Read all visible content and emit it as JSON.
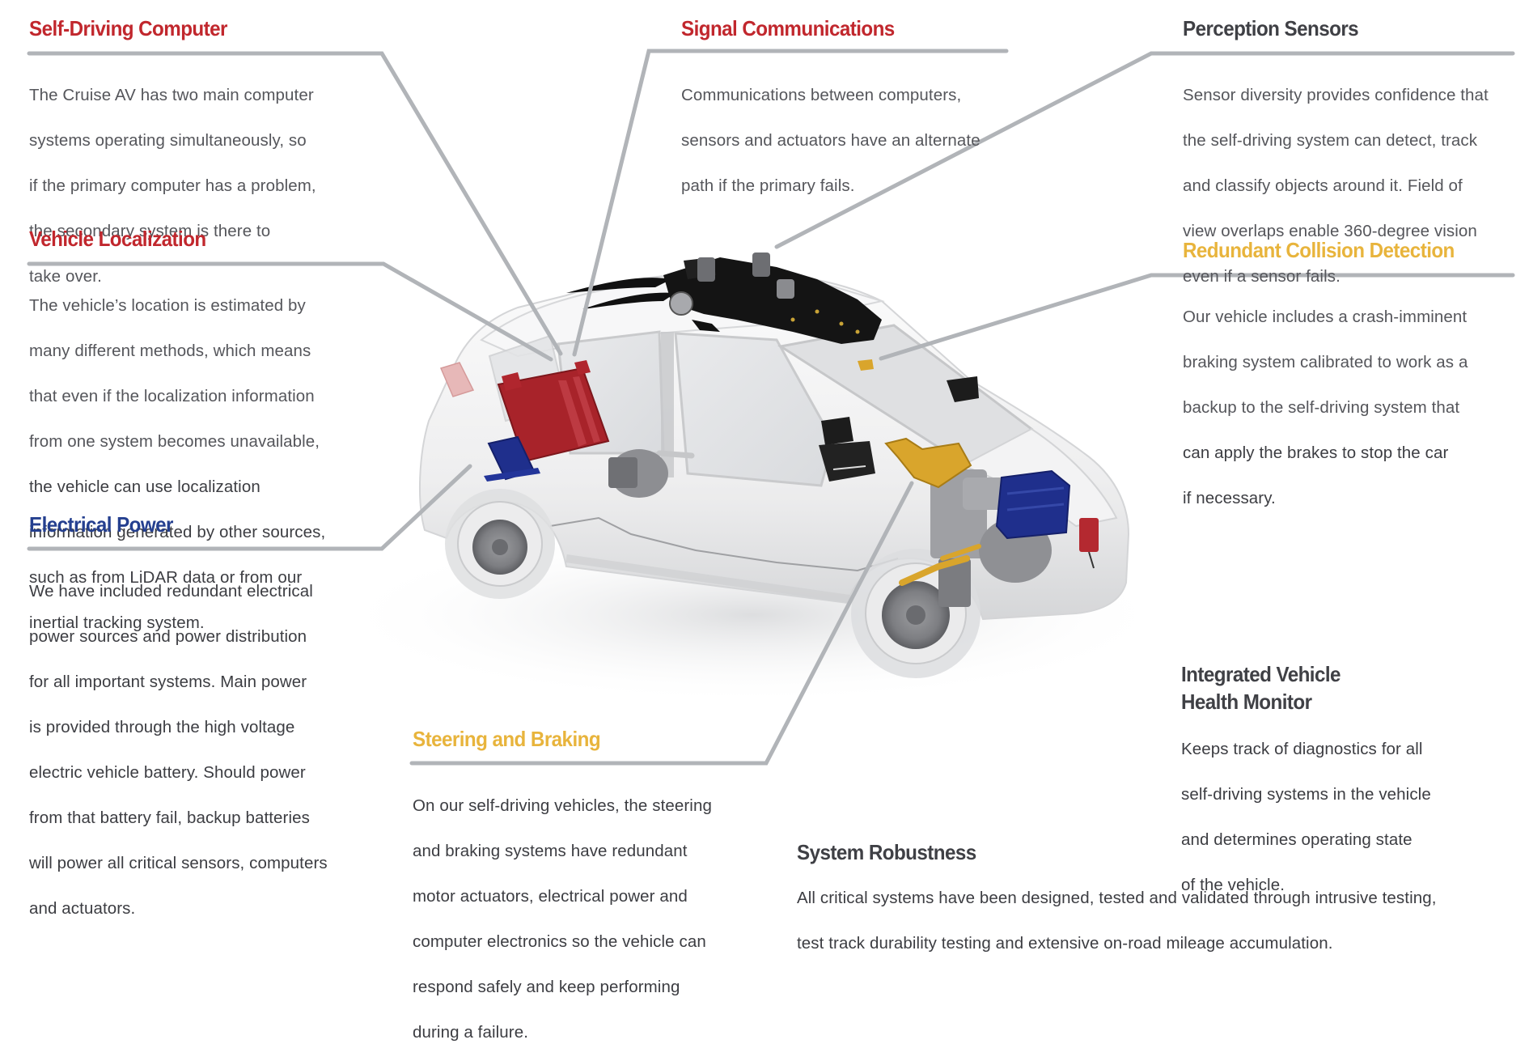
{
  "title": "Cruise AV Safety Redundancy Systems",
  "colors": {
    "red_heading": "#c1272d",
    "gold_heading": "#e8b43c",
    "navy_heading": "#243f8f",
    "charcoal_heading": "#3f4045",
    "body_text": "#55565b",
    "leader_line": "#b1b4b8",
    "computer_part": "#a8232a",
    "battery_part": "#1f2f8c",
    "steering_part": "#d9a52c",
    "sensor_pod": "#141414"
  },
  "callouts": {
    "self_driving_computer": {
      "title": "Self-Driving Computer",
      "lines": [
        "The Cruise AV has two main computer",
        "systems operating simultaneously, so",
        "if the primary computer has a problem,",
        "the secondary system is there to",
        "take over."
      ]
    },
    "vehicle_localization": {
      "title": "Vehicle Localization",
      "lines": [
        "The vehicle’s location is estimated by",
        "many different methods, which means",
        "that even if the localization information",
        "from one system becomes unavailable,",
        "the vehicle can use localization",
        "information generated by other sources,",
        "such as from LiDAR data or from our",
        "inertial tracking system."
      ]
    },
    "electrical_power": {
      "title": "Electrical Power",
      "lines": [
        "We have included redundant electrical",
        "power sources and power distribution",
        "for all important systems. Main power",
        "is provided through the high voltage",
        "electric vehicle battery. Should power",
        "from that battery fail, backup batteries",
        "will power all critical sensors, computers",
        "and actuators."
      ]
    },
    "signal_communications": {
      "title": "Signal Communications",
      "lines": [
        "Communications between computers,",
        "sensors and actuators have an alternate",
        "path if the primary fails."
      ]
    },
    "perception_sensors": {
      "title": "Perception Sensors",
      "lines": [
        "Sensor diversity provides confidence that",
        "the self-driving system can detect, track",
        "and classify objects around it. Field of",
        "view overlaps enable 360-degree vision",
        "even if a sensor fails."
      ]
    },
    "redundant_collision_detection": {
      "title": "Redundant Collision Detection",
      "lines": [
        "Our vehicle includes a crash-imminent",
        "braking system calibrated to work as a",
        "backup to the self-driving system that",
        "can apply the brakes to stop the car",
        "if necessary."
      ]
    },
    "steering_and_braking": {
      "title": "Steering and Braking",
      "lines": [
        "On our self-driving vehicles, the steering",
        "and braking systems have redundant",
        "motor actuators, electrical power and",
        "computer electronics so the vehicle can",
        "respond safely and keep performing",
        "during a failure."
      ]
    },
    "integrated_vehicle_health_monitor": {
      "title_line1": "Integrated Vehicle",
      "title_line2": "Health Monitor",
      "lines": [
        "Keeps track of diagnostics for all",
        "self-driving systems in the vehicle",
        "and determines operating state",
        "of the vehicle."
      ]
    },
    "system_robustness": {
      "title": "System Robustness",
      "lines": [
        "All critical systems have been designed, tested and validated through intrusive testing,",
        "test track durability testing and extensive on-road mileage accumulation."
      ]
    }
  }
}
